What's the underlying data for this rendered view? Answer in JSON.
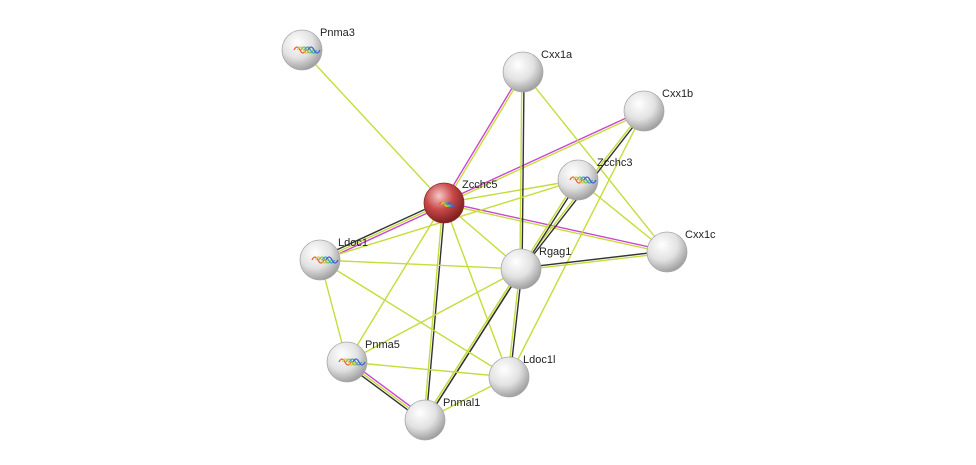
{
  "network": {
    "nodes": [
      {
        "id": "Zcchc5",
        "label": "Zcchc5",
        "query": true,
        "icon": "structure-glyph-small"
      },
      {
        "id": "Pnma3",
        "label": "Pnma3",
        "query": false,
        "icon": "protein-structure-glyph"
      },
      {
        "id": "Cxx1a",
        "label": "Cxx1a",
        "query": false,
        "icon": "none"
      },
      {
        "id": "Cxx1b",
        "label": "Cxx1b",
        "query": false,
        "icon": "none"
      },
      {
        "id": "Zcchc3",
        "label": "Zcchc3",
        "query": false,
        "icon": "protein-structure-glyph"
      },
      {
        "id": "Cxx1c",
        "label": "Cxx1c",
        "query": false,
        "icon": "none"
      },
      {
        "id": "Ldoc1",
        "label": "Ldoc1",
        "query": false,
        "icon": "protein-structure-glyph"
      },
      {
        "id": "Rgag1",
        "label": "Rgag1",
        "query": false,
        "icon": "none"
      },
      {
        "id": "Pnma5",
        "label": "Pnma5",
        "query": false,
        "icon": "protein-structure-glyph"
      },
      {
        "id": "Ldoc1l",
        "label": "Ldoc1l",
        "query": false,
        "icon": "none"
      },
      {
        "id": "Pnmal1",
        "label": "Pnmal1",
        "query": false,
        "icon": "none"
      }
    ],
    "edges": [
      {
        "source": "Zcchc5",
        "target": "Pnma3",
        "evidence": [
          "textmining"
        ]
      },
      {
        "source": "Zcchc5",
        "target": "Cxx1a",
        "evidence": [
          "experimental",
          "textmining"
        ]
      },
      {
        "source": "Zcchc5",
        "target": "Cxx1b",
        "evidence": [
          "experimental",
          "textmining"
        ]
      },
      {
        "source": "Zcchc5",
        "target": "Zcchc3",
        "evidence": [
          "textmining"
        ]
      },
      {
        "source": "Zcchc5",
        "target": "Cxx1c",
        "evidence": [
          "experimental",
          "textmining"
        ]
      },
      {
        "source": "Zcchc5",
        "target": "Ldoc1",
        "evidence": [
          "experimental",
          "textmining",
          "coexpression"
        ]
      },
      {
        "source": "Zcchc5",
        "target": "Rgag1",
        "evidence": [
          "textmining"
        ]
      },
      {
        "source": "Zcchc5",
        "target": "Pnma5",
        "evidence": [
          "textmining"
        ]
      },
      {
        "source": "Zcchc5",
        "target": "Ldoc1l",
        "evidence": [
          "textmining"
        ]
      },
      {
        "source": "Zcchc5",
        "target": "Pnmal1",
        "evidence": [
          "coexpression",
          "textmining"
        ]
      },
      {
        "source": "Cxx1a",
        "target": "Rgag1",
        "evidence": [
          "coexpression",
          "textmining"
        ]
      },
      {
        "source": "Cxx1a",
        "target": "Cxx1c",
        "evidence": [
          "textmining"
        ]
      },
      {
        "source": "Cxx1b",
        "target": "Rgag1",
        "evidence": [
          "coexpression",
          "textmining"
        ]
      },
      {
        "source": "Cxx1b",
        "target": "Ldoc1l",
        "evidence": [
          "textmining"
        ]
      },
      {
        "source": "Zcchc3",
        "target": "Cxx1c",
        "evidence": [
          "textmining"
        ]
      },
      {
        "source": "Zcchc3",
        "target": "Ldoc1",
        "evidence": [
          "textmining"
        ]
      },
      {
        "source": "Zcchc3",
        "target": "Pnmal1",
        "evidence": [
          "coexpression",
          "textmining"
        ]
      },
      {
        "source": "Rgag1",
        "target": "Cxx1c",
        "evidence": [
          "coexpression",
          "textmining"
        ]
      },
      {
        "source": "Rgag1",
        "target": "Ldoc1",
        "evidence": [
          "textmining"
        ]
      },
      {
        "source": "Rgag1",
        "target": "Pnma5",
        "evidence": [
          "textmining"
        ]
      },
      {
        "source": "Rgag1",
        "target": "Ldoc1l",
        "evidence": [
          "coexpression",
          "textmining"
        ]
      },
      {
        "source": "Rgag1",
        "target": "Pnmal1",
        "evidence": [
          "coexpression",
          "textmining"
        ]
      },
      {
        "source": "Ldoc1",
        "target": "Pnma5",
        "evidence": [
          "textmining"
        ]
      },
      {
        "source": "Ldoc1",
        "target": "Ldoc1l",
        "evidence": [
          "textmining"
        ]
      },
      {
        "source": "Pnma5",
        "target": "Ldoc1l",
        "evidence": [
          "textmining"
        ]
      },
      {
        "source": "Pnma5",
        "target": "Pnmal1",
        "evidence": [
          "experimental",
          "textmining",
          "coexpression"
        ]
      },
      {
        "source": "Ldoc1l",
        "target": "Pnmal1",
        "evidence": [
          "textmining"
        ]
      }
    ],
    "colors": {
      "textmining": "#c6dc3c",
      "experimental": "#cc44cc",
      "coexpression": "#333333",
      "query_node": "#c0393a",
      "node": "#dcdcdc",
      "label": "#222222"
    }
  }
}
